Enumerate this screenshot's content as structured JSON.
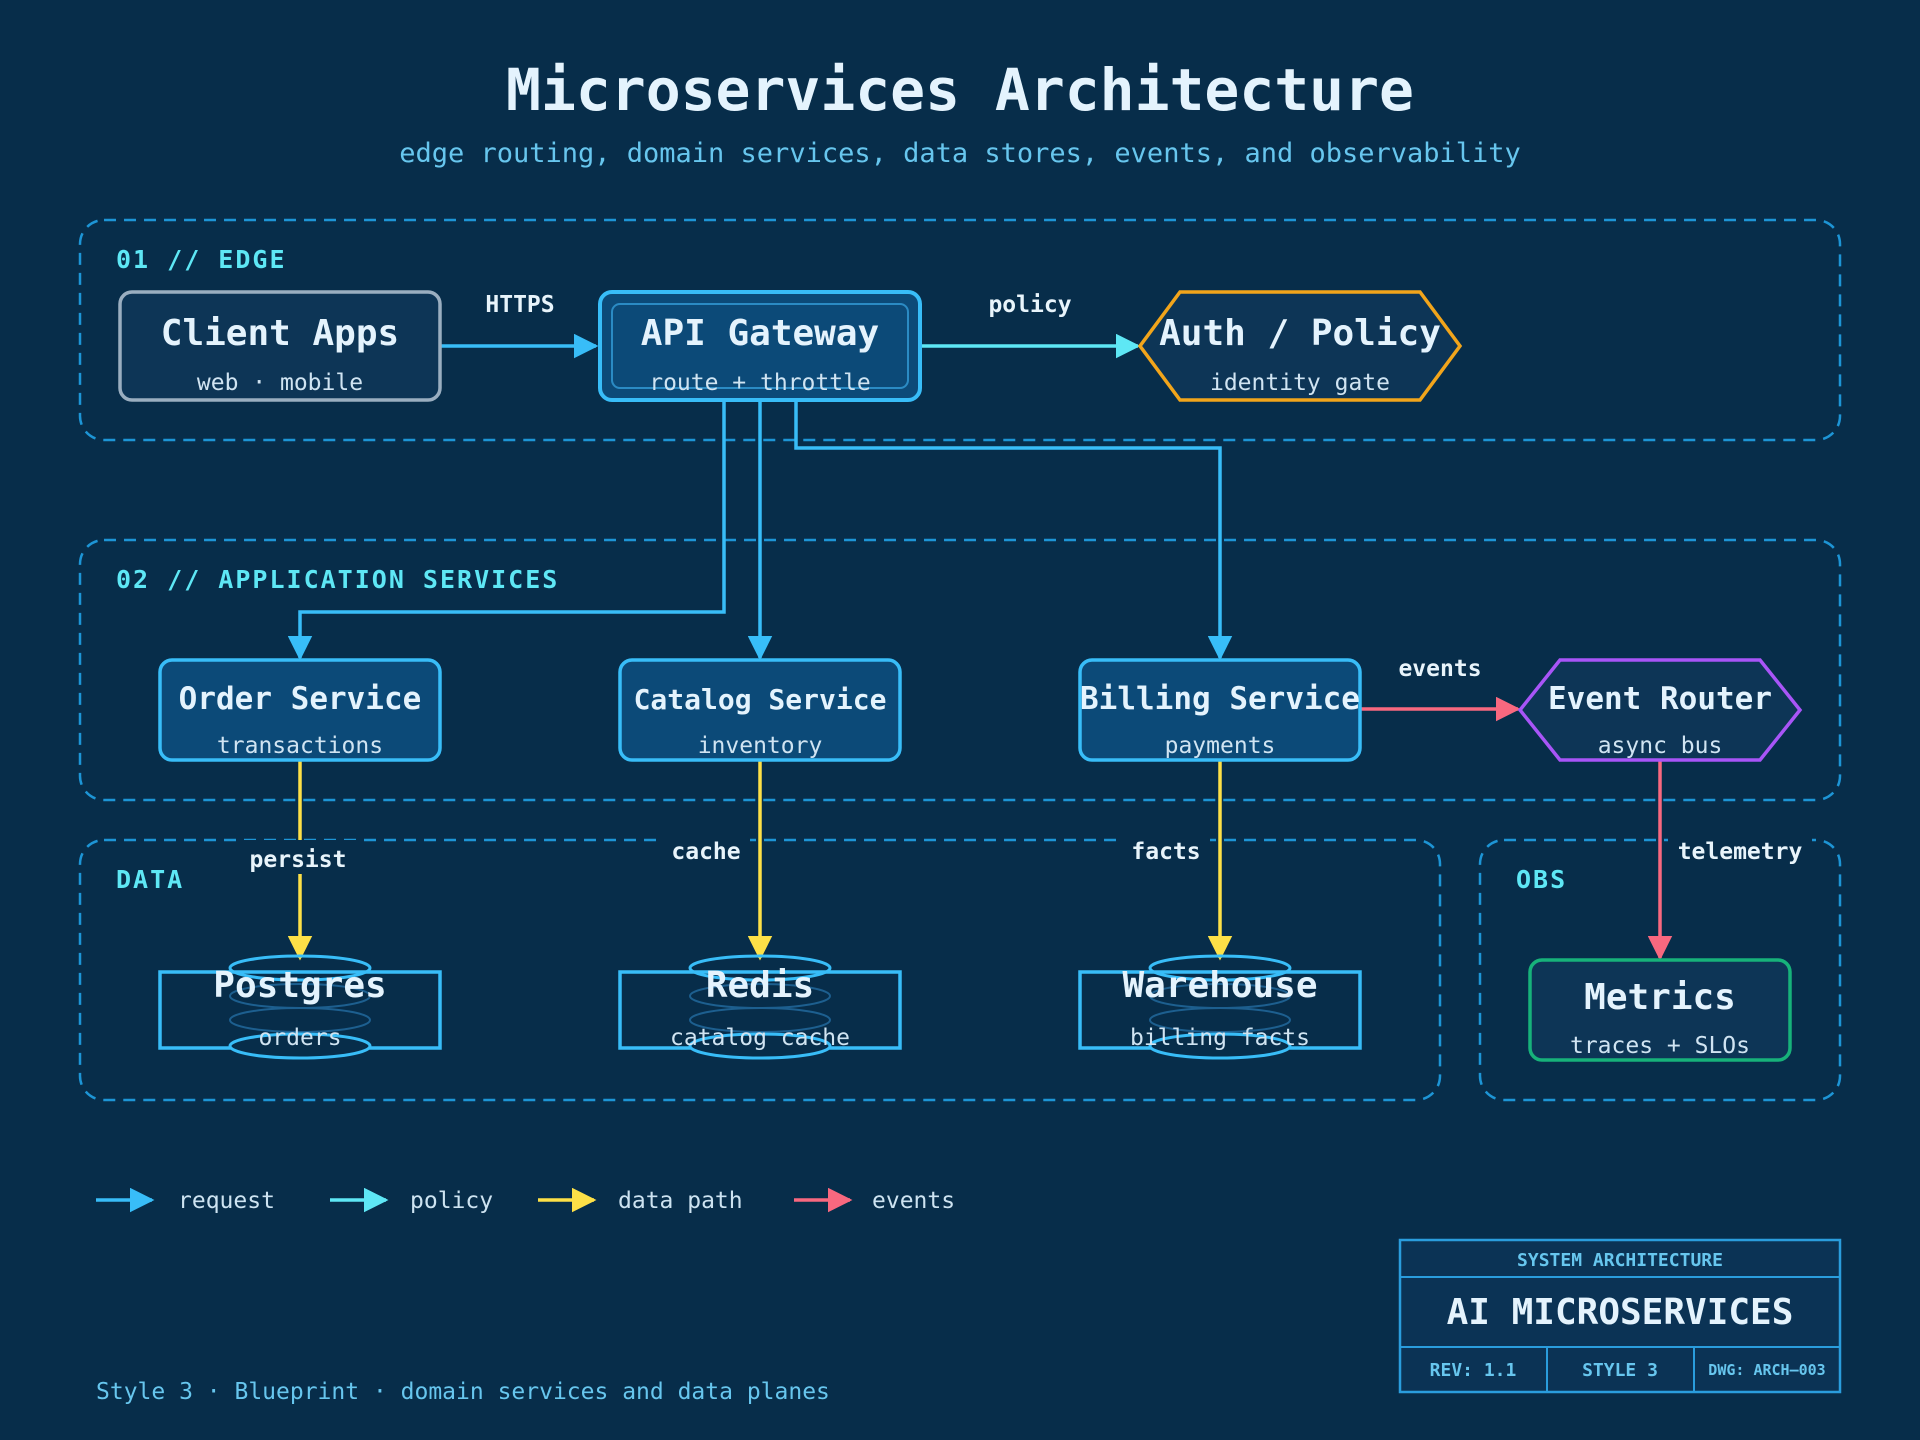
{
  "header": {
    "title": "Microservices Architecture",
    "subtitle": "edge routing, domain services, data stores, events, and observability"
  },
  "zones": {
    "edge": "01 // EDGE",
    "app": "02 // APPLICATION SERVICES",
    "data": "DATA",
    "obs": "OBS"
  },
  "nodes": {
    "client": {
      "title": "Client Apps",
      "sub": "web · mobile"
    },
    "gateway": {
      "title": "API Gateway",
      "sub": "route + throttle"
    },
    "auth": {
      "title": "Auth / Policy",
      "sub": "identity gate"
    },
    "order": {
      "title": "Order Service",
      "sub": "transactions"
    },
    "catalog": {
      "title": "Catalog Service",
      "sub": "inventory"
    },
    "billing": {
      "title": "Billing Service",
      "sub": "payments"
    },
    "router": {
      "title": "Event Router",
      "sub": "async bus"
    },
    "postgres": {
      "title": "Postgres",
      "sub": "orders"
    },
    "redis": {
      "title": "Redis",
      "sub": "catalog cache"
    },
    "warehouse": {
      "title": "Warehouse",
      "sub": "billing facts"
    },
    "metrics": {
      "title": "Metrics",
      "sub": "traces + SLOs"
    }
  },
  "edges": {
    "https": "HTTPS",
    "policy": "policy",
    "events": "events",
    "persist": "persist",
    "cache": "cache",
    "facts": "facts",
    "telemetry": "telemetry"
  },
  "legend": [
    {
      "label": "request",
      "color": "#38bdf8"
    },
    {
      "label": "policy",
      "color": "#5ee7f5"
    },
    {
      "label": "data path",
      "color": "#fde047"
    },
    {
      "label": "events",
      "color": "#f8687f"
    }
  ],
  "titleblock": {
    "heading": "SYSTEM ARCHITECTURE",
    "name": "AI MICROSERVICES",
    "rev": "REV: 1.1",
    "style": "STYLE 3",
    "dwg": "DWG: ARCH–003"
  },
  "footer": "Style 3 · Blueprint · domain services and data planes",
  "colors": {
    "background": "#072d4a",
    "request": "#38bdf8",
    "policy": "#5ee7f5",
    "data": "#fde047",
    "events": "#f8687f",
    "auth_border": "#f2a51b",
    "router_border": "#a855f7",
    "metrics_border": "#17b27a"
  }
}
